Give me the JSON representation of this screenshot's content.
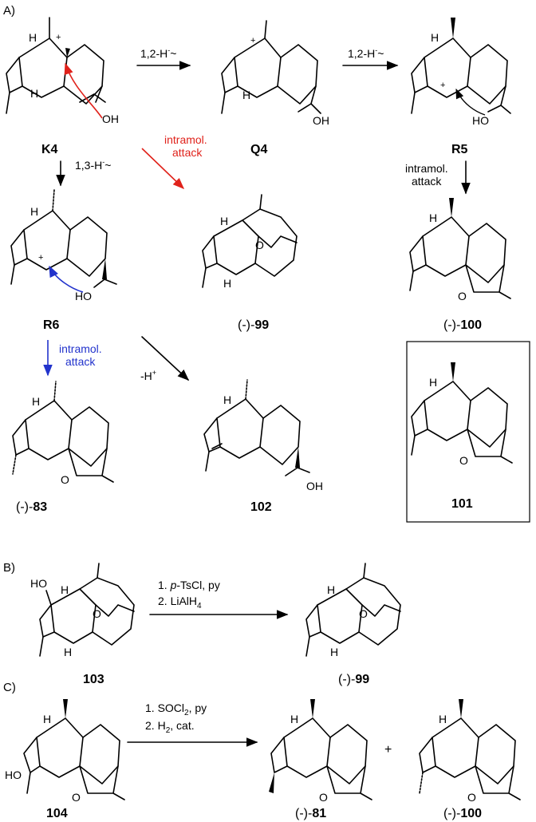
{
  "sections": {
    "a": "A)",
    "b": "B)",
    "c": "C)"
  },
  "colors": {
    "red": "#e0221b",
    "blue": "#2233cc",
    "black": "#000000"
  },
  "atoms": {
    "H": "H",
    "OH": "OH",
    "HO": "HO",
    "O": "O",
    "plus": "+"
  },
  "compounds": {
    "K4": "K4",
    "Q4": "Q4",
    "R5": "R5",
    "R6": "R6",
    "c99_prefix": "(-)-",
    "c99": "99",
    "c100_prefix": "(-)-",
    "c100": "100",
    "c101": "101",
    "c83_prefix": "(-)-",
    "c83": "83",
    "c102": "102",
    "c103": "103",
    "c104": "104",
    "c81_prefix": "(-)-",
    "c81": "81"
  },
  "arrows": {
    "shift12_a": "1,2-H",
    "shift12_b": "1,2-H",
    "shift_sup": "-",
    "shift_tilde": "~",
    "shift13": "1,3-H",
    "red_attack_1": "intramol.",
    "red_attack_2": "attack",
    "r5_attack_1": "intramol.",
    "r5_attack_2": "attack",
    "blue_attack_1": "intramol.",
    "blue_attack_2": "attack",
    "elim": "-H",
    "elim_sup": "+"
  },
  "reaction_b": {
    "step1_num": "1. ",
    "step1_italic": "p",
    "step1_rest": "-TsCl, py",
    "step2": "2. LiAlH",
    "step2_sub": "4"
  },
  "reaction_c": {
    "step1": "1. SOCl",
    "step1_sub": "2",
    "step1_rest": ", py",
    "step2": "2. H",
    "step2_sub": "2",
    "step2_rest": ", cat.",
    "plus": "+"
  }
}
